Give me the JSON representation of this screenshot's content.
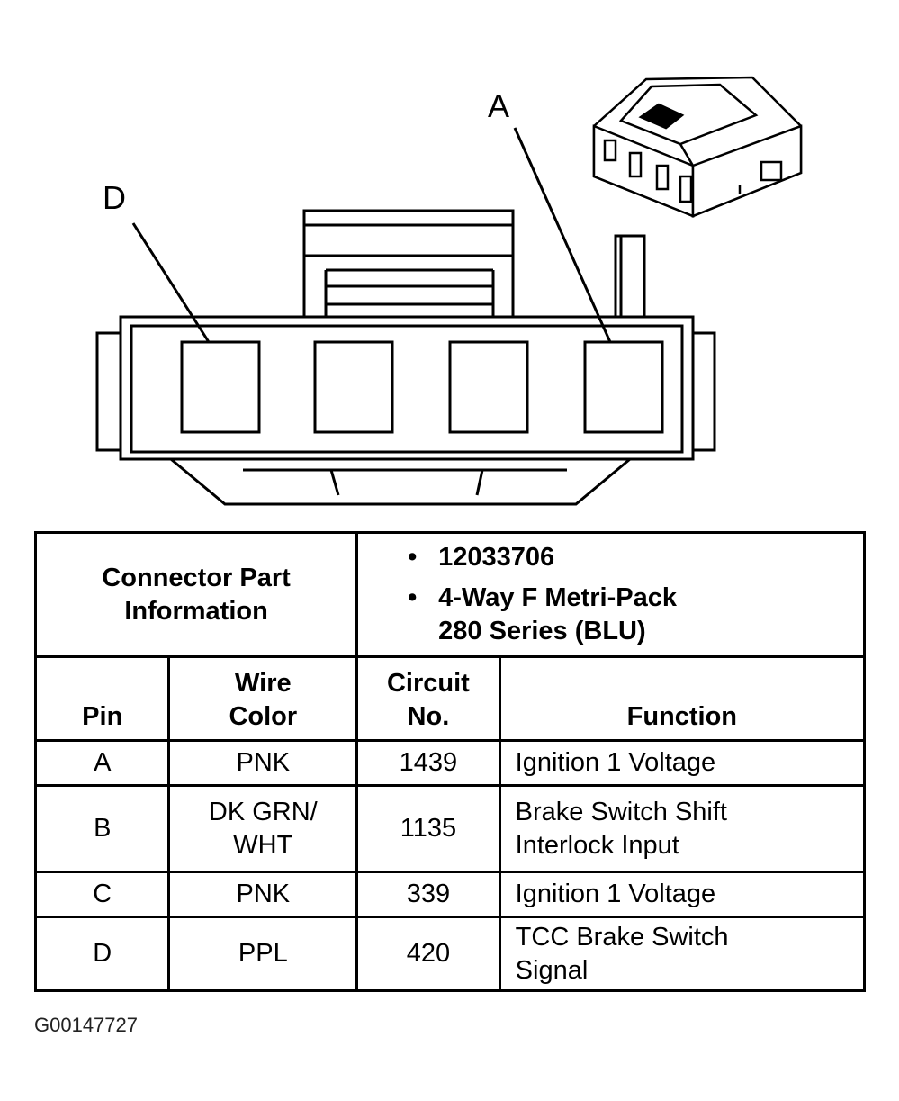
{
  "callouts": {
    "left_label": "D",
    "right_label": "A"
  },
  "info": {
    "title_line1": "Connector Part",
    "title_line2": "Information",
    "bullet": "•",
    "part_number": "12033706",
    "desc_line1": "4-Way F Metri-Pack",
    "desc_line2": "280 Series (BLU)"
  },
  "headers": {
    "pin": "Pin",
    "wire_line1": "Wire",
    "wire_line2": "Color",
    "circuit_line1": "Circuit",
    "circuit_line2": "No.",
    "function": "Function"
  },
  "rows": [
    {
      "pin": "A",
      "wire_line1": "PNK",
      "wire_line2": "",
      "circuit": "1439",
      "func_line1": "Ignition 1 Voltage",
      "func_line2": ""
    },
    {
      "pin": "B",
      "wire_line1": "DK GRN/",
      "wire_line2": "WHT",
      "circuit": "1135",
      "func_line1": "Brake Switch Shift",
      "func_line2": "Interlock Input"
    },
    {
      "pin": "C",
      "wire_line1": "PNK",
      "wire_line2": "",
      "circuit": "339",
      "func_line1": "Ignition 1 Voltage",
      "func_line2": ""
    },
    {
      "pin": "D",
      "wire_line1": "PPL",
      "wire_line2": "",
      "circuit": "420",
      "func_line1": "TCC Brake Switch",
      "func_line2": "Signal"
    }
  ],
  "figure_id": "G00147727"
}
